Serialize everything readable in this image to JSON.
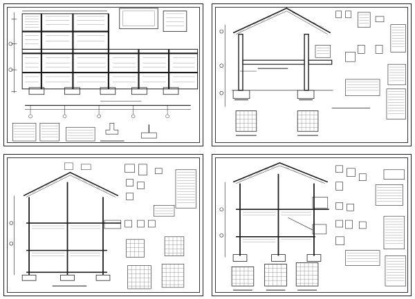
{
  "sheets": [
    {
      "id": "sheet-1"
    },
    {
      "id": "sheet-2"
    },
    {
      "id": "sheet-3"
    },
    {
      "id": "sheet-4"
    }
  ],
  "colors": {
    "background": "#ffffff",
    "linework": "#1a1a1a",
    "hatch": "#555555",
    "paper": "#f4f4f4"
  }
}
